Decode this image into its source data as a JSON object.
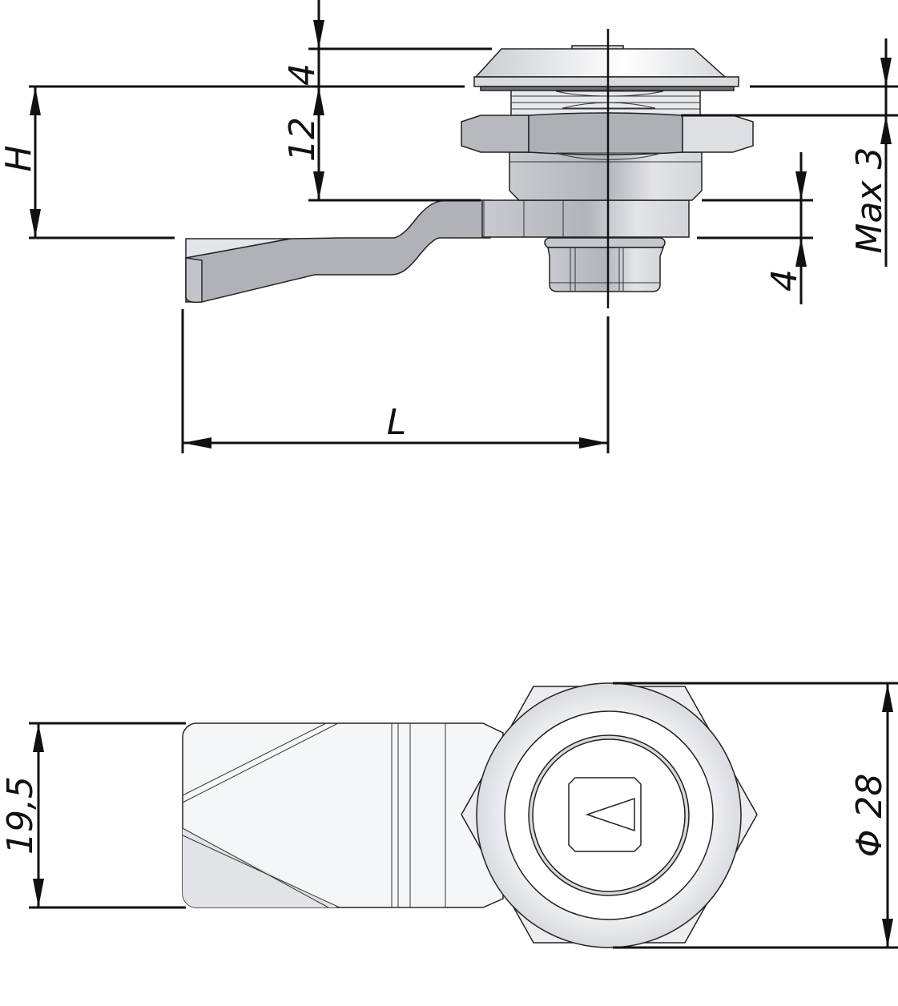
{
  "drawing": {
    "subject": "Cam lock with cranked lever",
    "views": [
      "side-view",
      "front-view"
    ],
    "colors": {
      "line": "#111111",
      "metal_light": "#f4f5f7",
      "metal_mid": "#d9dbe0",
      "metal_dark": "#aeb0b6",
      "background": "#ffffff"
    }
  },
  "dimensions": {
    "head_height": "4",
    "thread_length": "12",
    "height_label": "H",
    "max_panel": "Max 3",
    "lever_offset": "4",
    "length_label": "L",
    "lever_width": "19,5",
    "diameter": "Φ 28"
  }
}
